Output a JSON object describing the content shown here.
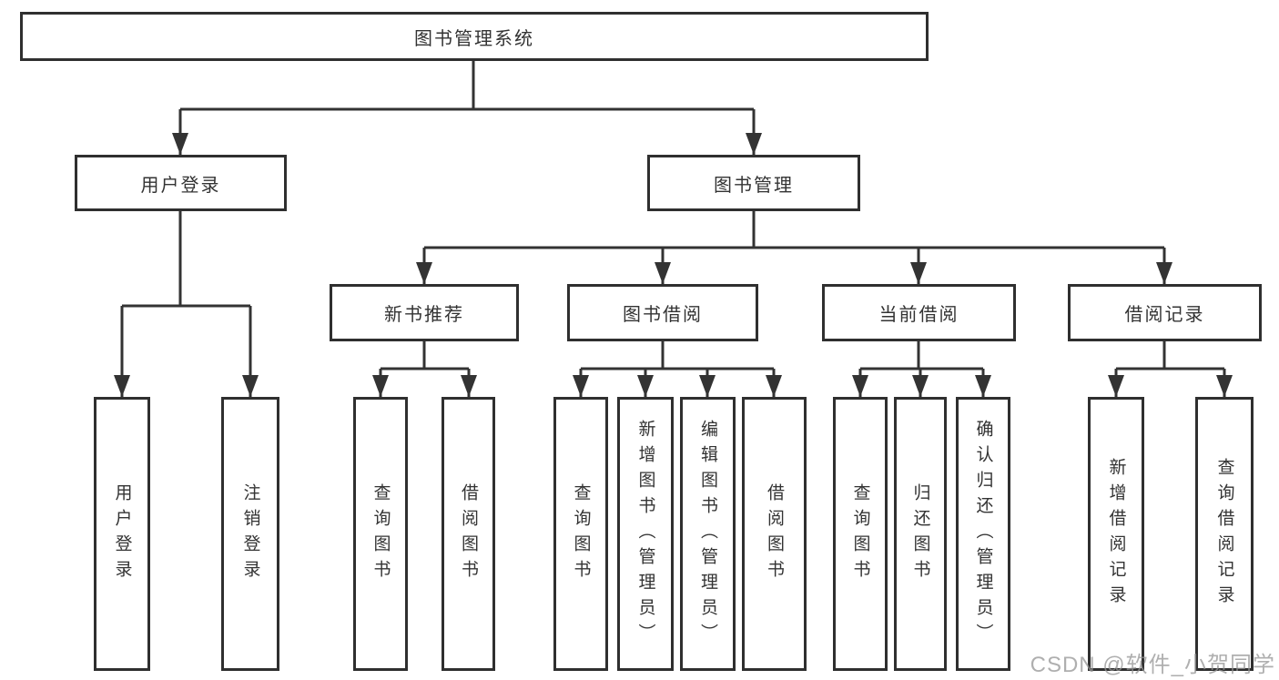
{
  "nodes": {
    "root": "图书管理系统",
    "level2": {
      "user_login": "用户登录",
      "book_management": "图书管理"
    },
    "level3": {
      "new_books": "新书推荐",
      "book_borrow": "图书借阅",
      "current_borrow": "当前借阅",
      "borrow_records": "借阅记录"
    },
    "leaves": {
      "user_login": "用户登录",
      "logout": "注销登录",
      "nb_query": "查询图书",
      "nb_borrow": "借阅图书",
      "bb_query": "查询图书",
      "bb_add": "新增图书（管理员）",
      "bb_edit": "编辑图书（管理员）",
      "bb_borrow": "借阅图书",
      "cb_query": "查询图书",
      "cb_return": "归还图书",
      "cb_confirm": "确认归还（管理员）",
      "br_add": "新增借阅记录",
      "br_query": "查询借阅记录"
    }
  },
  "watermark": {
    "text": "CSDN @软件_小贺同学"
  },
  "colors": {
    "line": "#333333",
    "border": "#2f2f2f",
    "text": "#333333",
    "background": "#ffffff",
    "watermark": "#949494"
  }
}
